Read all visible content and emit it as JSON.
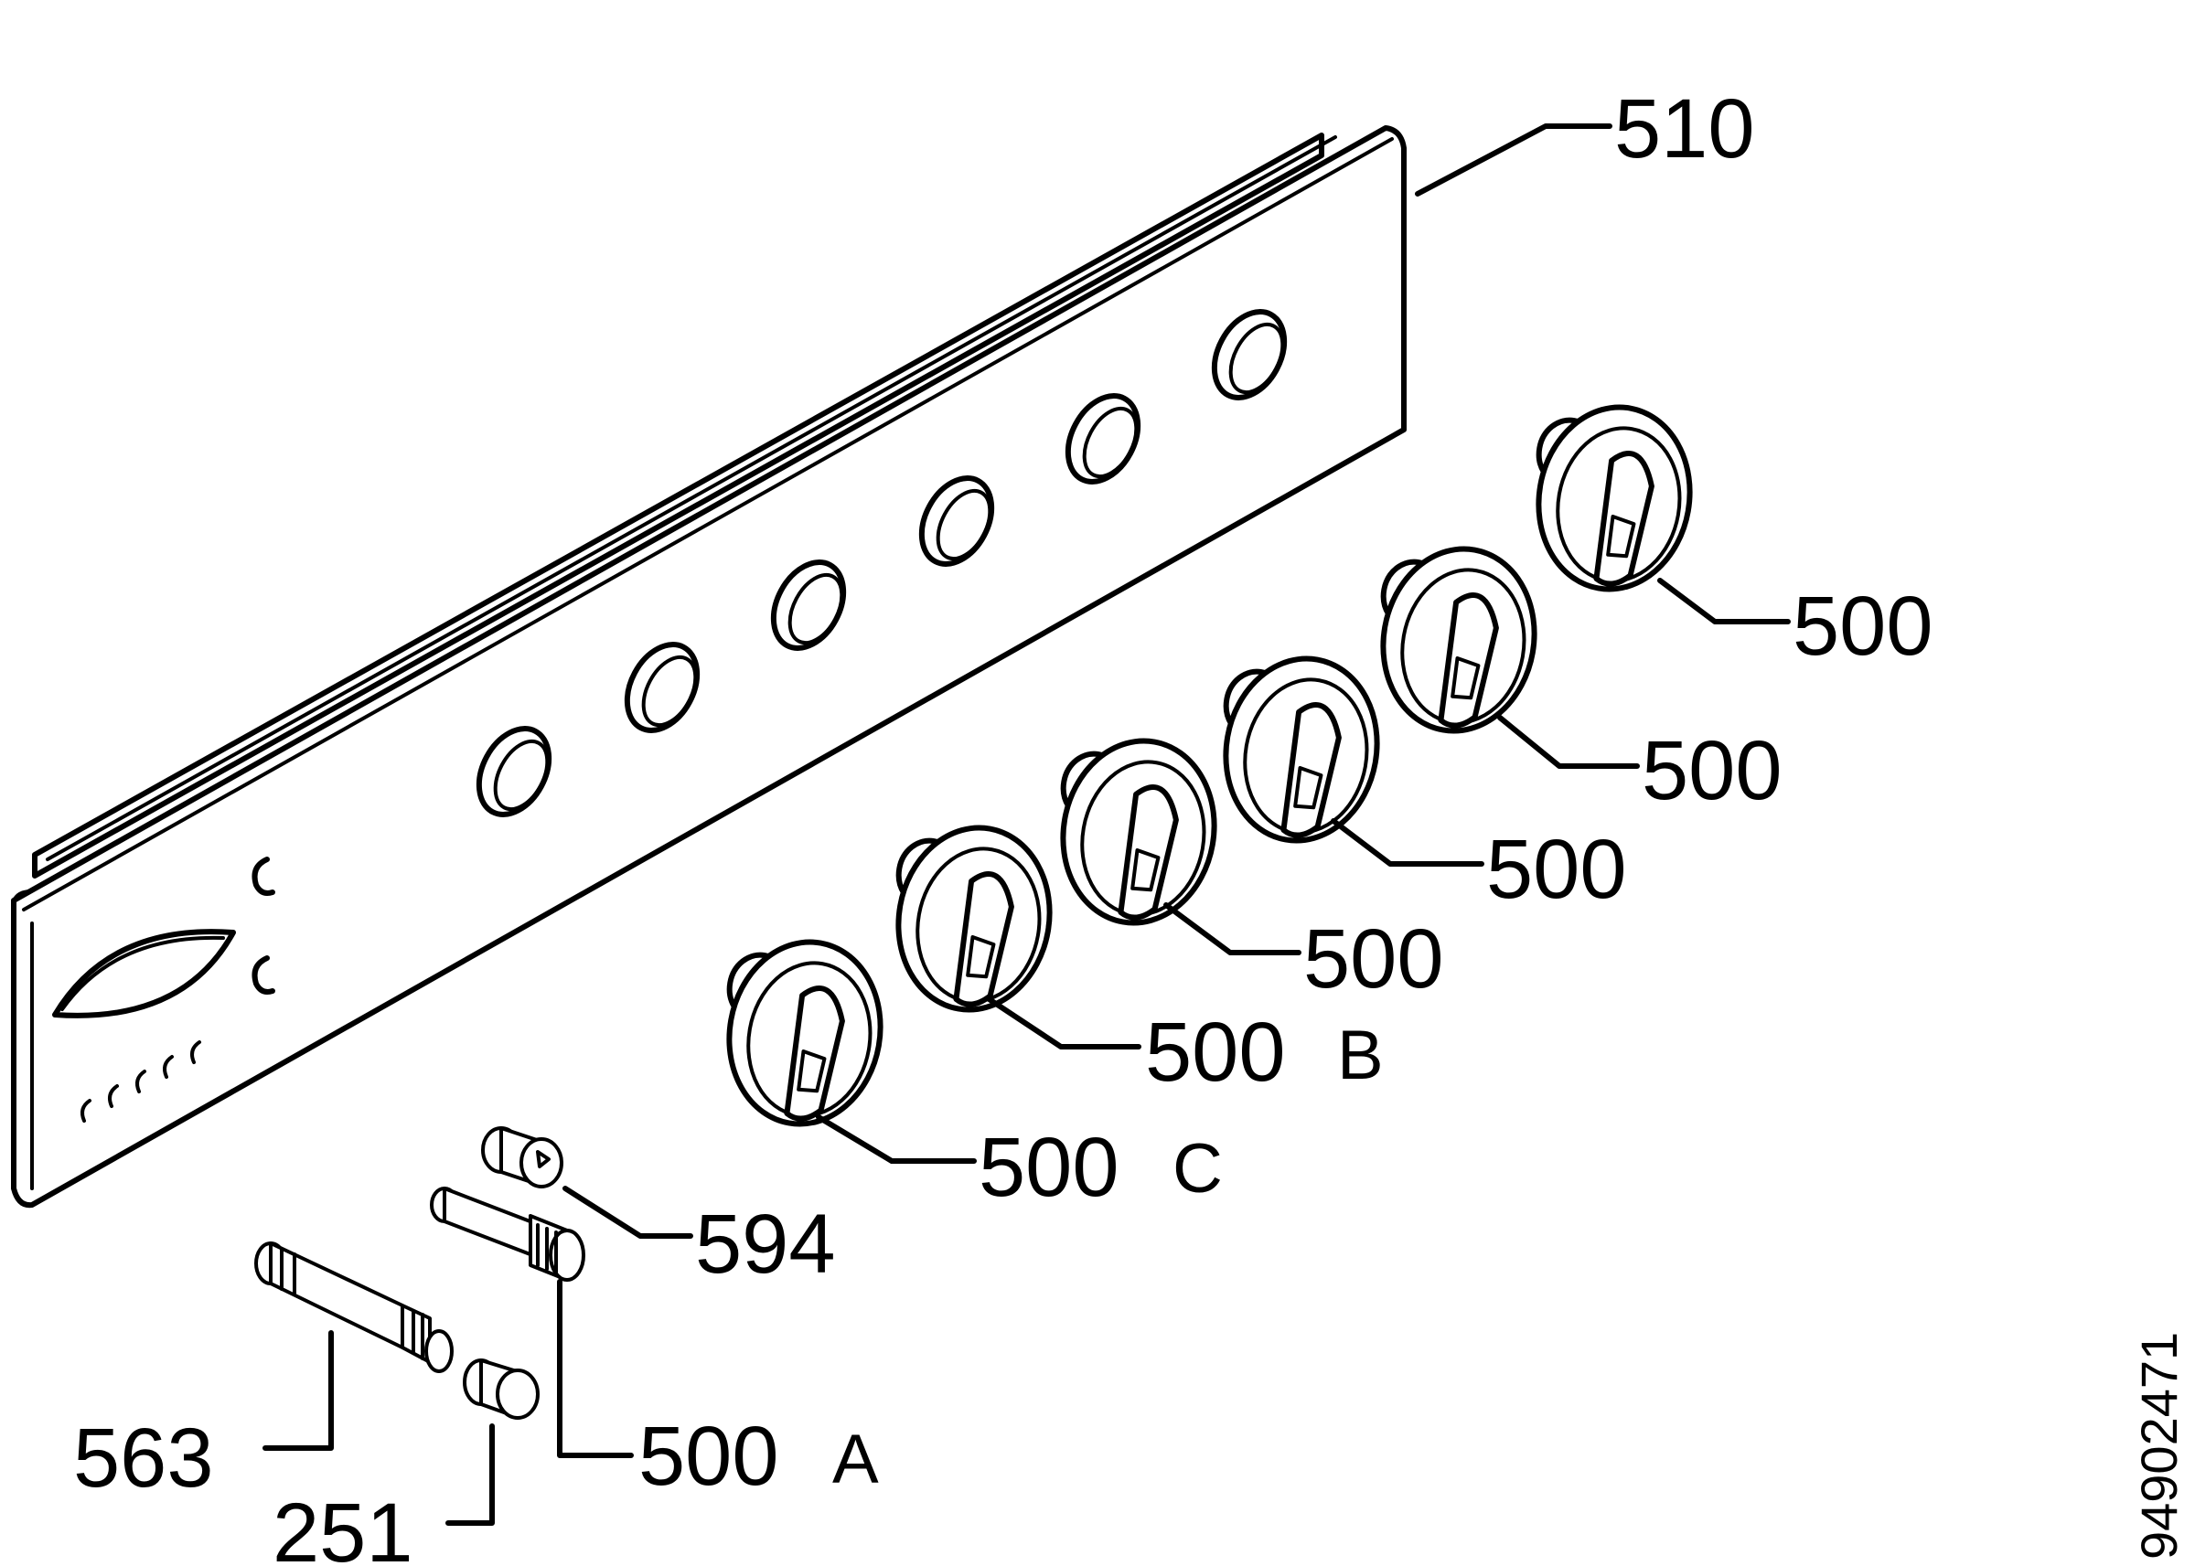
{
  "parts": {
    "panel": "510",
    "knob_1": "500",
    "knob_2": "500",
    "knob_3": "500",
    "knob_4": "500",
    "knob_b_num": "500",
    "knob_b_sfx": "B",
    "knob_c_num": "500",
    "knob_c_sfx": "C",
    "spacer": "594",
    "shaft_a_num": "500",
    "shaft_a_sfx": "A",
    "shaft_long": "563",
    "button": "251"
  },
  "drawing_number": "94902471",
  "colors": {
    "ink": "#000000",
    "paper": "#ffffff"
  }
}
